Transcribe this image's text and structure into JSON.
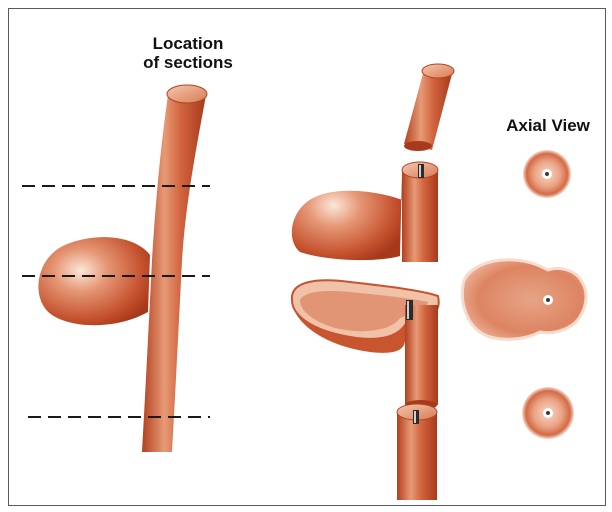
{
  "labels": {
    "location_line1": "Location",
    "location_line2": "of sections",
    "axial_view": "Axial View"
  },
  "colors": {
    "vessel": "#c8502e",
    "vessel_dark": "#9e3419",
    "vessel_light": "#f3c9b0",
    "dash": "#1a1a1a",
    "frame": "#5a5a5a"
  }
}
